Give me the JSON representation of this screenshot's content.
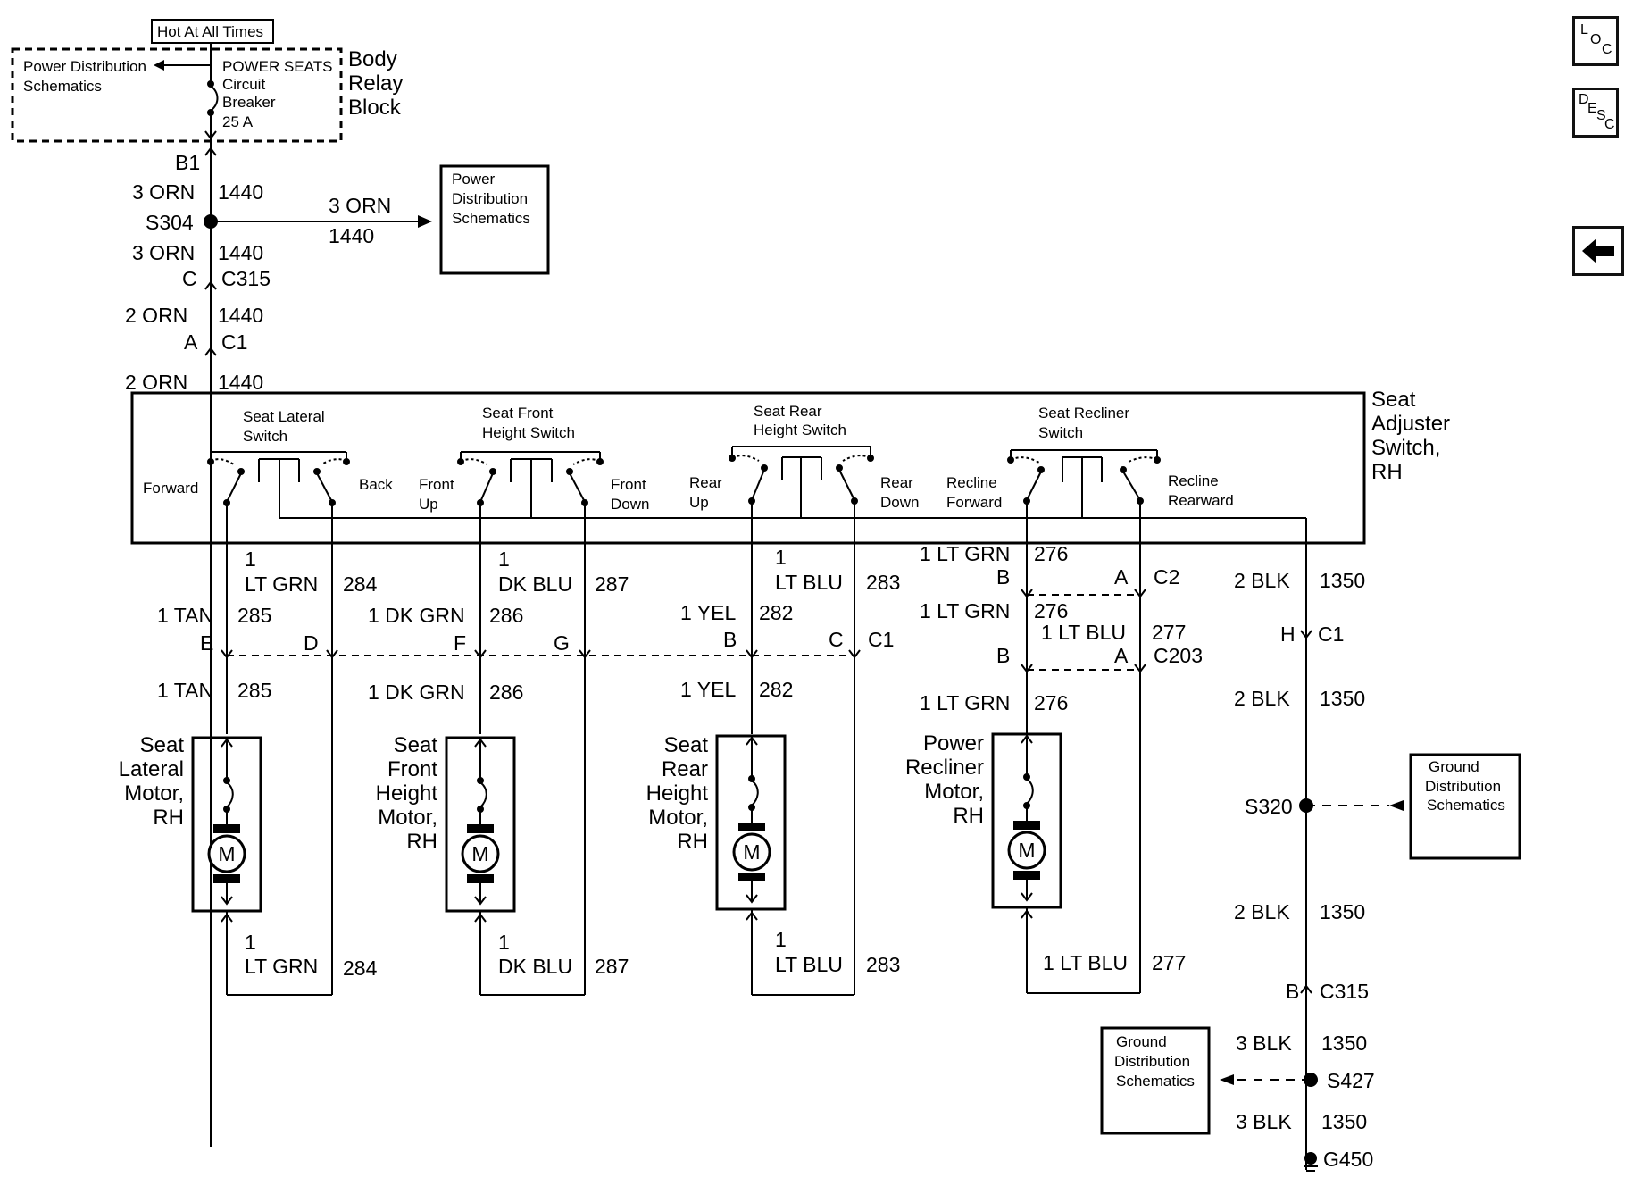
{
  "nav": {
    "loc": [
      "L",
      "O",
      "C"
    ],
    "desc": [
      "D",
      "E",
      "S",
      "C"
    ],
    "back_icon": "left-arrow-icon"
  },
  "relay": {
    "hot_label": "Hot At All Times",
    "power_dist_line1": "Power Distribution",
    "power_dist_line2": "Schematics",
    "breaker_line1": "POWER SEATS",
    "breaker_line2": "Circuit",
    "breaker_line3": "Breaker",
    "breaker_line4": "25 A",
    "block_line1": "Body",
    "block_line2": "Relay",
    "block_line3": "Block"
  },
  "feed": {
    "b1": "B1",
    "w1": "3 ORN",
    "c1": "1440",
    "s304": "S304",
    "branch_wire": "3 ORN",
    "branch_circuit": "1440",
    "w2": "3 ORN",
    "c2": "1440",
    "pin_c": "C",
    "c315": "C315",
    "w3": "2 ORN",
    "c3": "1440",
    "pin_a": "A",
    "c1conn": "C1",
    "w4": "2 ORN",
    "c4": "1440"
  },
  "pds_box": [
    "Power",
    "Distribution",
    "Schematics"
  ],
  "adjuster": {
    "title": [
      "Seat",
      "Adjuster",
      "Switch,",
      "RH"
    ],
    "lateral": {
      "name": [
        "Seat Lateral",
        "Switch"
      ],
      "left": "Forward",
      "right": "Back"
    },
    "front": {
      "name": [
        "Seat Front",
        "Height Switch"
      ],
      "left": [
        "Front",
        "Up"
      ],
      "right": [
        "Front",
        "Down"
      ]
    },
    "rear": {
      "name": [
        "Seat Rear",
        "Height Switch"
      ],
      "left": [
        "Rear",
        "Up"
      ],
      "right": [
        "Rear",
        "Down"
      ]
    },
    "recliner": {
      "name": [
        "Seat Recliner",
        "Switch"
      ],
      "left": [
        "Recline",
        "Forward"
      ],
      "right": [
        "Recline",
        "Rearward"
      ]
    }
  },
  "circuits": {
    "lat_a_g": "1",
    "lat_a_c": "LT GRN",
    "lat_a_n": "284",
    "lat_b_w": "1 TAN",
    "lat_b_n": "285",
    "lat_pin_e": "E",
    "lat_pin_d": "D",
    "lat_m_w": "1 TAN",
    "lat_m_n": "285",
    "fr_a_g": "1",
    "fr_a_c": "DK BLU",
    "fr_a_n": "287",
    "fr_b_w": "1 DK GRN",
    "fr_b_n": "286",
    "fr_pin_f": "F",
    "fr_pin_g": "G",
    "fr_m_w": "1 DK GRN",
    "fr_m_n": "286",
    "rr_a_g": "1",
    "rr_a_c": "LT BLU",
    "rr_a_n": "283",
    "rr_b_w": "1 YEL",
    "rr_b_n": "282",
    "rr_pin_b": "B",
    "rr_pin_c": "C",
    "c1_label": "C1",
    "rr_m_w": "1 YEL",
    "rr_m_n": "282",
    "rc_a_w": "1 LT GRN",
    "rc_a_n": "276",
    "rc_pin_b": "B",
    "rc_pin_a": "A",
    "c2_label": "C2",
    "rc_b_w": "1 LT GRN",
    "rc_b_n": "276",
    "rc_b2_w": "1 LT BLU",
    "rc_b2_n": "277",
    "rc_pin_b2": "B",
    "rc_pin_a2": "A",
    "c203_label": "C203",
    "rc_m_w": "1 LT GRN",
    "rc_m_n": "276"
  },
  "motors": {
    "lateral": [
      "Seat",
      "Lateral",
      "Motor,",
      "RH"
    ],
    "front": [
      "Seat",
      "Front",
      "Height",
      "Motor,",
      "RH"
    ],
    "rear": [
      "Seat",
      "Rear",
      "Height",
      "Motor,",
      "RH"
    ],
    "recliner": [
      "Power",
      "Recliner",
      "Motor,",
      "RH"
    ],
    "m": "M"
  },
  "returns": {
    "lat_g": "1",
    "lat_c": "LT GRN",
    "lat_n": "284",
    "fr_g": "1",
    "fr_c": "DK BLU",
    "fr_n": "287",
    "rr_g": "1",
    "rr_c": "LT BLU",
    "rr_n": "283",
    "rc_w": "1 LT BLU",
    "rc_n": "277"
  },
  "ground": {
    "w1": "2 BLK",
    "n1": "1350",
    "pin_h": "H",
    "c1": "C1",
    "w2": "2 BLK",
    "n2": "1350",
    "s320": "S320",
    "gds1": [
      "Ground",
      "Distribution",
      "Schematics"
    ],
    "w3": "2 BLK",
    "n3": "1350",
    "pin_b": "B",
    "c315": "C315",
    "w4": "3 BLK",
    "n4": "1350",
    "s427": "S427",
    "gds2": [
      "Ground",
      "Distribution",
      "Schematics"
    ],
    "w5": "3 BLK",
    "n5": "1350",
    "g450": "G450"
  }
}
